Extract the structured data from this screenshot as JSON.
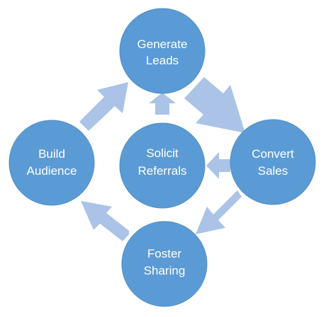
{
  "colors": {
    "node_fill": "#5b9bd5",
    "node_stroke": "#4f8cc6",
    "arrow_fill": "#aac3e6",
    "label_color": "#ffffff"
  },
  "nodes": {
    "generate_leads": {
      "line1": "Generate",
      "line2": "Leads"
    },
    "convert_sales": {
      "line1": "Convert",
      "line2": "Sales"
    },
    "foster_sharing": {
      "line1": "Foster",
      "line2": "Sharing"
    },
    "build_audience": {
      "line1": "Build",
      "line2": "Audience"
    },
    "solicit_referrals": {
      "line1": "Solicit",
      "line2": "Referrals"
    }
  },
  "connections": [
    {
      "from": "generate_leads",
      "to": "convert_sales",
      "style": "single-arrow"
    },
    {
      "from": "convert_sales",
      "to": "foster_sharing",
      "style": "single-arrow"
    },
    {
      "from": "foster_sharing",
      "to": "build_audience",
      "style": "double-arrow"
    },
    {
      "from": "build_audience",
      "to": "generate_leads",
      "style": "single-arrow"
    },
    {
      "from": "convert_sales",
      "to": "solicit_referrals",
      "style": "short-arrow"
    },
    {
      "from": "solicit_referrals",
      "to": "generate_leads",
      "style": "short-arrow"
    }
  ]
}
